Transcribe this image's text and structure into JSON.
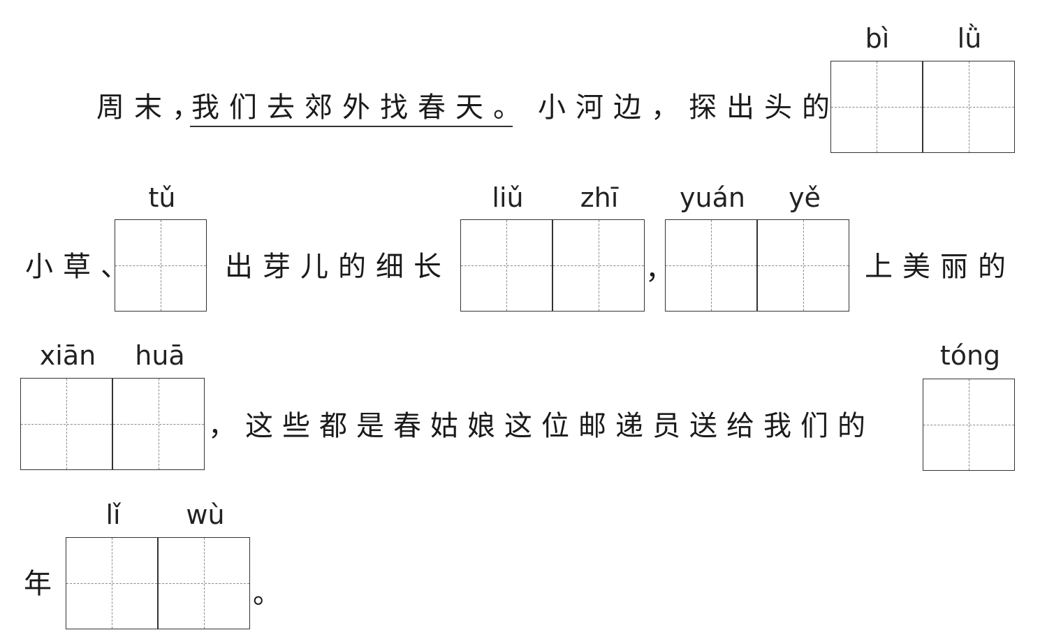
{
  "line1": {
    "before": "周末，",
    "underlined": "我们去郊外找春天。",
    "after": "小河边，探出头的",
    "blank_pinyin": [
      "bì",
      "lǜ"
    ]
  },
  "line2": {
    "t1": "小草、",
    "blank1_pinyin": [
      "tǔ"
    ],
    "t2": "出芽儿的细长",
    "blank2_pinyin": [
      "liǔ",
      "zhī"
    ],
    "comma": "，",
    "blank3_pinyin": [
      "yuán",
      "yě"
    ],
    "t3": "上美丽的"
  },
  "line3": {
    "blank1_pinyin": [
      "xiān",
      "huā"
    ],
    "t1": "，这些都是春姑娘这位邮递员送给我们的",
    "blank2_pinyin": [
      "tóng"
    ]
  },
  "line4": {
    "t1": "年",
    "blank_pinyin": [
      "lǐ",
      "wù"
    ],
    "period": "。"
  }
}
